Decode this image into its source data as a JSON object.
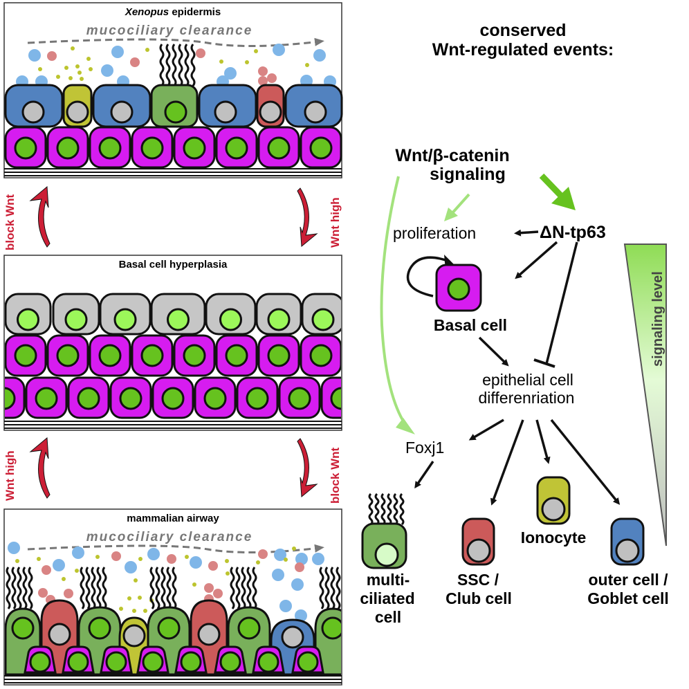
{
  "left_panels": {
    "top": {
      "title_italic": "Xenopus",
      "title_rest": " epidermis",
      "flow_label": "mucociliary clearance"
    },
    "middle": {
      "title": "Basal cell hyperplasia"
    },
    "bottom": {
      "title": "mammalian airway",
      "flow_label": "mucociliary clearance"
    },
    "transitions": {
      "upper_left": "block Wnt",
      "upper_right": "Wnt high",
      "lower_left": "Wnt high",
      "lower_right": "block Wnt"
    }
  },
  "right_diagram": {
    "heading_line1": "conserved",
    "heading_line2": "Wnt-regulated events:",
    "wnt_line1": "Wnt/β-catenin",
    "wnt_line2": "signaling",
    "dn_tp63": "ΔN-tp63",
    "proliferation": "proliferation",
    "basal_cell": "Basal cell",
    "diff_line1": "epithelial cell",
    "diff_line2": "differenriation",
    "foxj1": "Foxj1",
    "ionocyte": "Ionocyte",
    "multiciliated": [
      "multi-",
      "ciliated",
      "cell"
    ],
    "ssc": [
      "SSC /",
      "Club cell"
    ],
    "goblet": [
      "outer cell /",
      "Goblet cell"
    ],
    "signaling_level": "signaling level"
  },
  "colors": {
    "basal": "#d61cf0",
    "nucleus_green": "#66c21f",
    "nucleus_light": "#9cf75a",
    "nucleus_gray": "#c0c0c0",
    "goblet_blue": "#5282bf",
    "ionocyte_yellow": "#c0c436",
    "ssc_red": "#cc5a5a",
    "mcc_green": "#79b05b",
    "suprabasal_gray": "#c6c6c6",
    "arrow_red": "#cc1f36",
    "wnt_green_strong": "#66c21f",
    "wnt_green_light": "#a3e27d",
    "particle_blue": "#7fb6e8",
    "particle_red": "#d98484",
    "particle_yellow": "#bcc42e"
  }
}
